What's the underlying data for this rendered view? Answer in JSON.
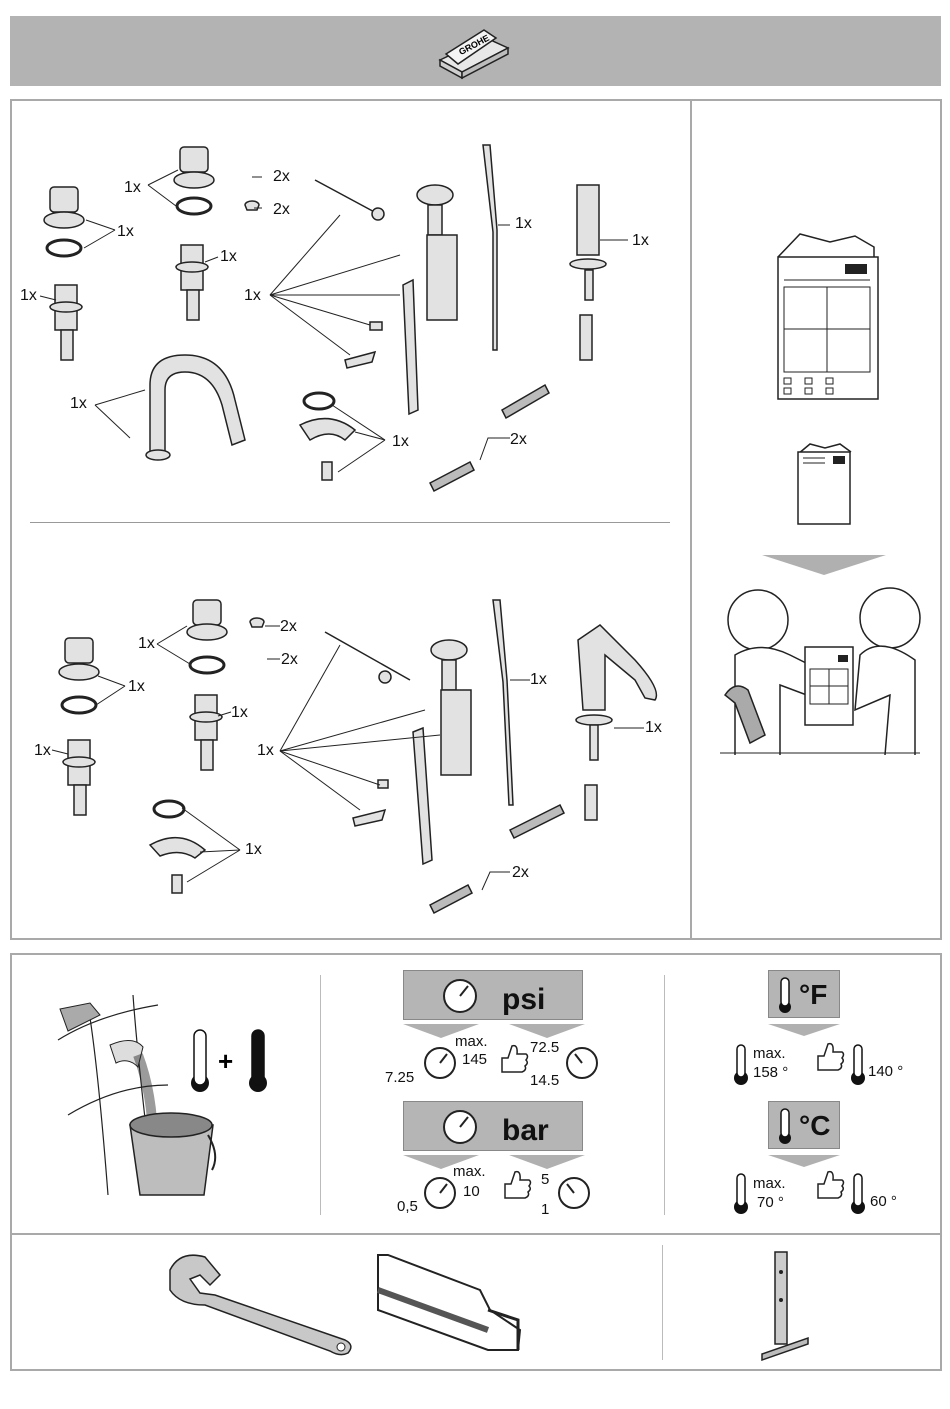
{
  "banner": {
    "brand_logo": "GROHE"
  },
  "kit_upper": {
    "labels": {
      "ring_cap_a": "1x",
      "ring_cap_b": "1x",
      "screw": "2x",
      "nut": "2x",
      "cartridge_right": "1x",
      "cartridge_left": "1x",
      "rod_group": "1x",
      "lift_rod": "1x",
      "soap": "1x",
      "spout": "1x",
      "mount": "1x",
      "hoses": "2x"
    }
  },
  "kit_lower": {
    "labels": {
      "ring_cap_a": "1x",
      "ring_cap_b": "1x",
      "screw": "2x",
      "nut": "2x",
      "cartridge_right": "1x",
      "cartridge_left": "1x",
      "rod_group": "1x",
      "lift_rod": "1x",
      "body": "1x",
      "mount": "1x",
      "hoses": "2x"
    }
  },
  "pressure": {
    "psi": {
      "unit": "psi",
      "max_label": "max.",
      "max_value": "145",
      "min_value": "7.25",
      "rec_high": "72.5",
      "rec_low": "14.5"
    },
    "bar": {
      "unit": "bar",
      "max_label": "max.",
      "max_value": "10",
      "min_value": "0,5",
      "rec_high": "5",
      "rec_low": "1"
    }
  },
  "temperature": {
    "fahrenheit": {
      "unit": "°F",
      "max_label": "max.",
      "max_value": "158 °",
      "rec_value": "140 °"
    },
    "celsius": {
      "unit": "°C",
      "max_label": "max.",
      "max_value": "70 °",
      "rec_value": "60 °"
    }
  },
  "colors": {
    "banner": "#b3b3b3",
    "border": "#a9a9a9",
    "header_box": "#b5b5b5",
    "metal": "#d6d6d6"
  }
}
